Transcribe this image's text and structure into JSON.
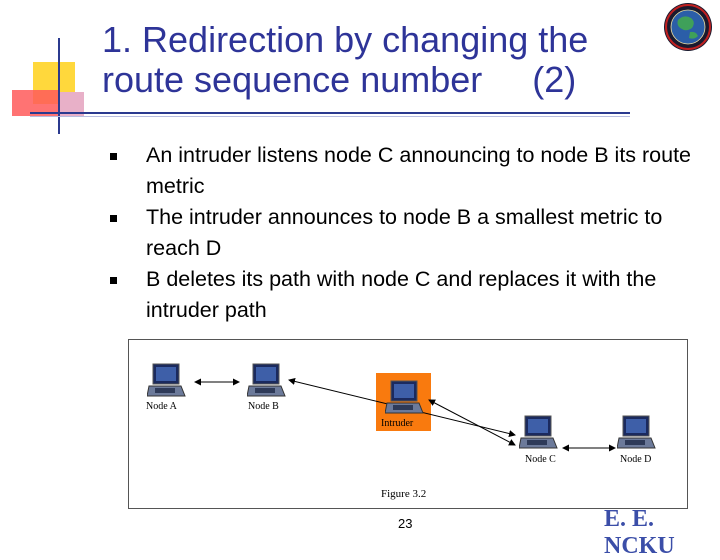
{
  "slide": {
    "title_line1": "1. Redirection by changing the",
    "title_line2": "route sequence number     (2)",
    "bullets": [
      {
        "text": "An intruder listens node C announcing to node B its route metric"
      },
      {
        "text": "The intruder announces to node B a smallest metric to reach D"
      },
      {
        "text": "B deletes its path with node C and replaces it with the intruder path"
      }
    ],
    "figure": {
      "nodes": {
        "a": "Node A",
        "b": "Node B",
        "intruder": "Intruder",
        "c": "Node C",
        "d": "Node D"
      },
      "caption": "Figure 3.2"
    },
    "page_number": "23",
    "footer_logo": "E. E. NCKU"
  },
  "colors": {
    "title": "#2e3498",
    "intruder_highlight": "#f97a0e",
    "accent_yellow": "#ffd83c",
    "accent_red": "#ff5a5a"
  }
}
